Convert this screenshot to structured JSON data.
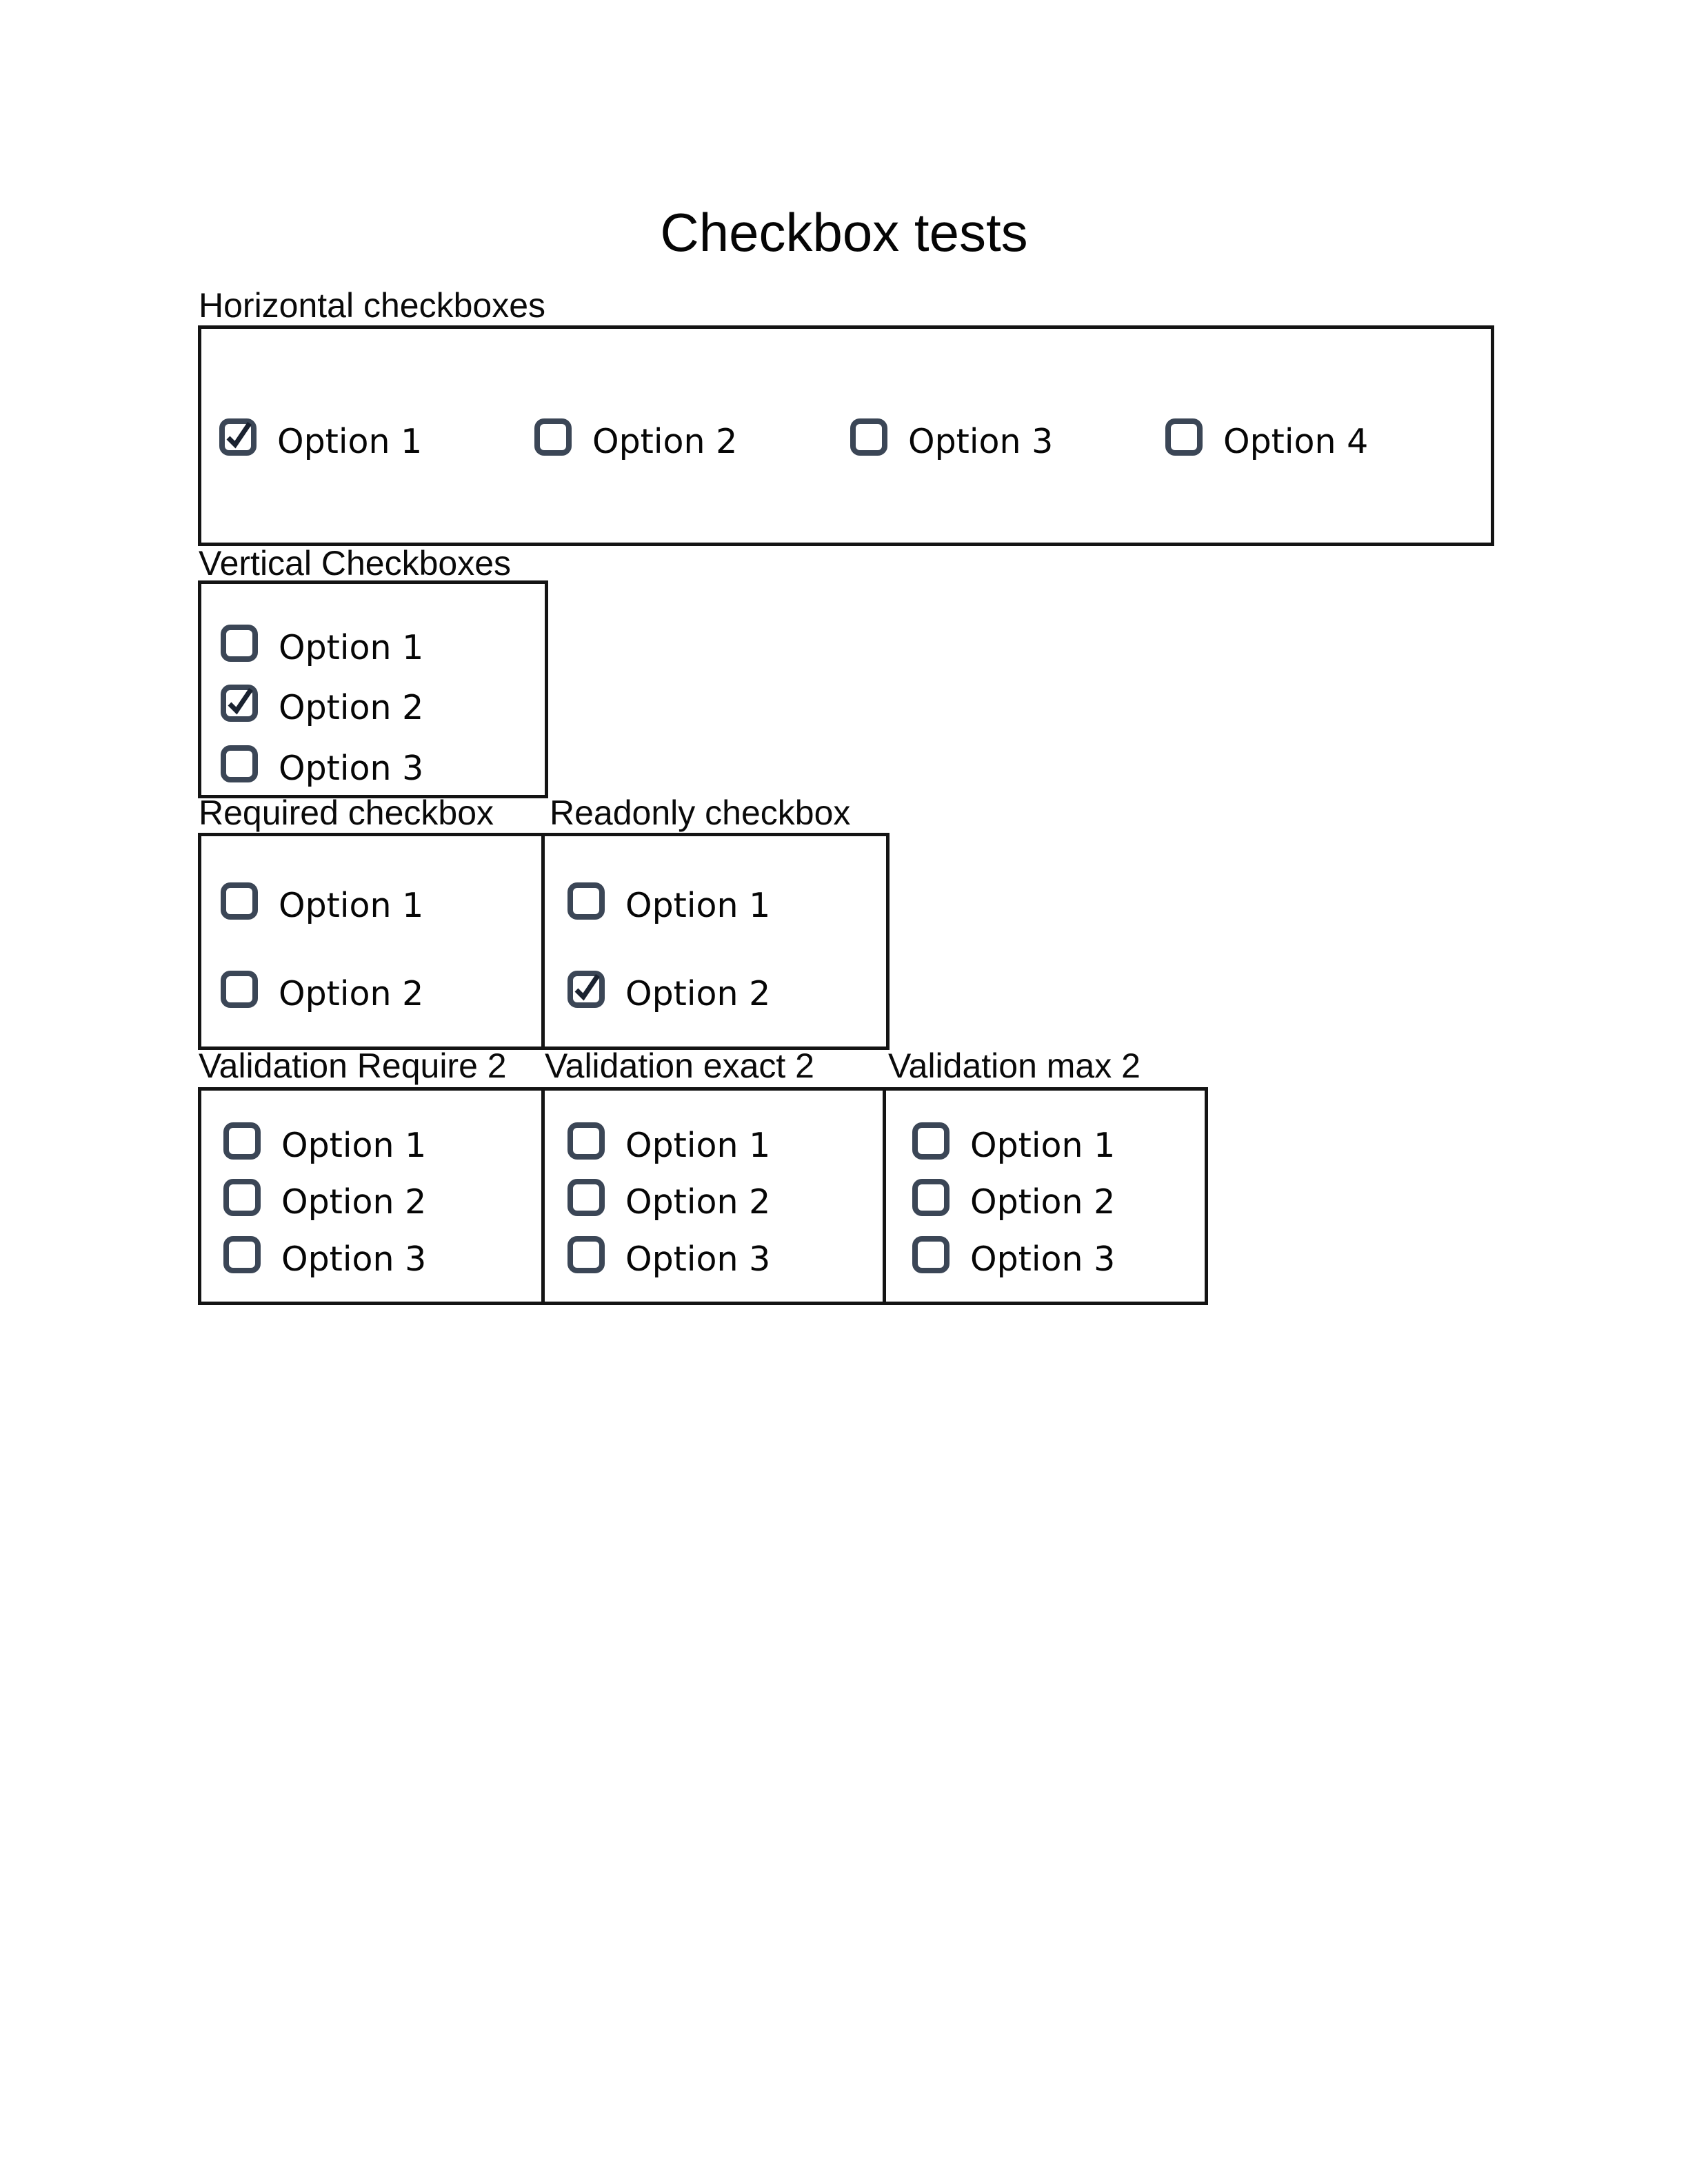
{
  "page": {
    "title": "Checkbox tests",
    "background": "#ffffff"
  },
  "colors": {
    "box_border": "#141414",
    "checkbox_stroke": "#3b4656",
    "checkmark": "#1a2230",
    "text": "#060606"
  },
  "sections": [
    {
      "id": "horizontal",
      "label": "Horizontal checkboxes",
      "options": [
        {
          "label": "Option 1",
          "checked": true
        },
        {
          "label": "Option 2",
          "checked": false
        },
        {
          "label": "Option 3",
          "checked": false
        },
        {
          "label": "Option 4",
          "checked": false
        }
      ]
    },
    {
      "id": "vertical",
      "label": "Vertical Checkboxes",
      "options": [
        {
          "label": "Option 1",
          "checked": false
        },
        {
          "label": "Option 2",
          "checked": true
        },
        {
          "label": "Option 3",
          "checked": false
        }
      ]
    },
    {
      "id": "required",
      "label": "Required checkbox",
      "options": [
        {
          "label": "Option 1",
          "checked": false
        },
        {
          "label": "Option 2",
          "checked": false
        }
      ]
    },
    {
      "id": "readonly",
      "label": "Readonly checkbox",
      "options": [
        {
          "label": "Option 1",
          "checked": false
        },
        {
          "label": "Option 2",
          "checked": true
        }
      ]
    },
    {
      "id": "validation-require-2",
      "label": "Validation Require 2",
      "options": [
        {
          "label": "Option 1",
          "checked": false
        },
        {
          "label": "Option 2",
          "checked": false
        },
        {
          "label": "Option 3",
          "checked": false
        }
      ]
    },
    {
      "id": "validation-exact-2",
      "label": "Validation exact 2",
      "options": [
        {
          "label": "Option 1",
          "checked": false
        },
        {
          "label": "Option 2",
          "checked": false
        },
        {
          "label": "Option 3",
          "checked": false
        }
      ]
    },
    {
      "id": "validation-max-2",
      "label": "Validation max 2",
      "options": [
        {
          "label": "Option 1",
          "checked": false
        },
        {
          "label": "Option 2",
          "checked": false
        },
        {
          "label": "Option 3",
          "checked": false
        }
      ]
    }
  ]
}
